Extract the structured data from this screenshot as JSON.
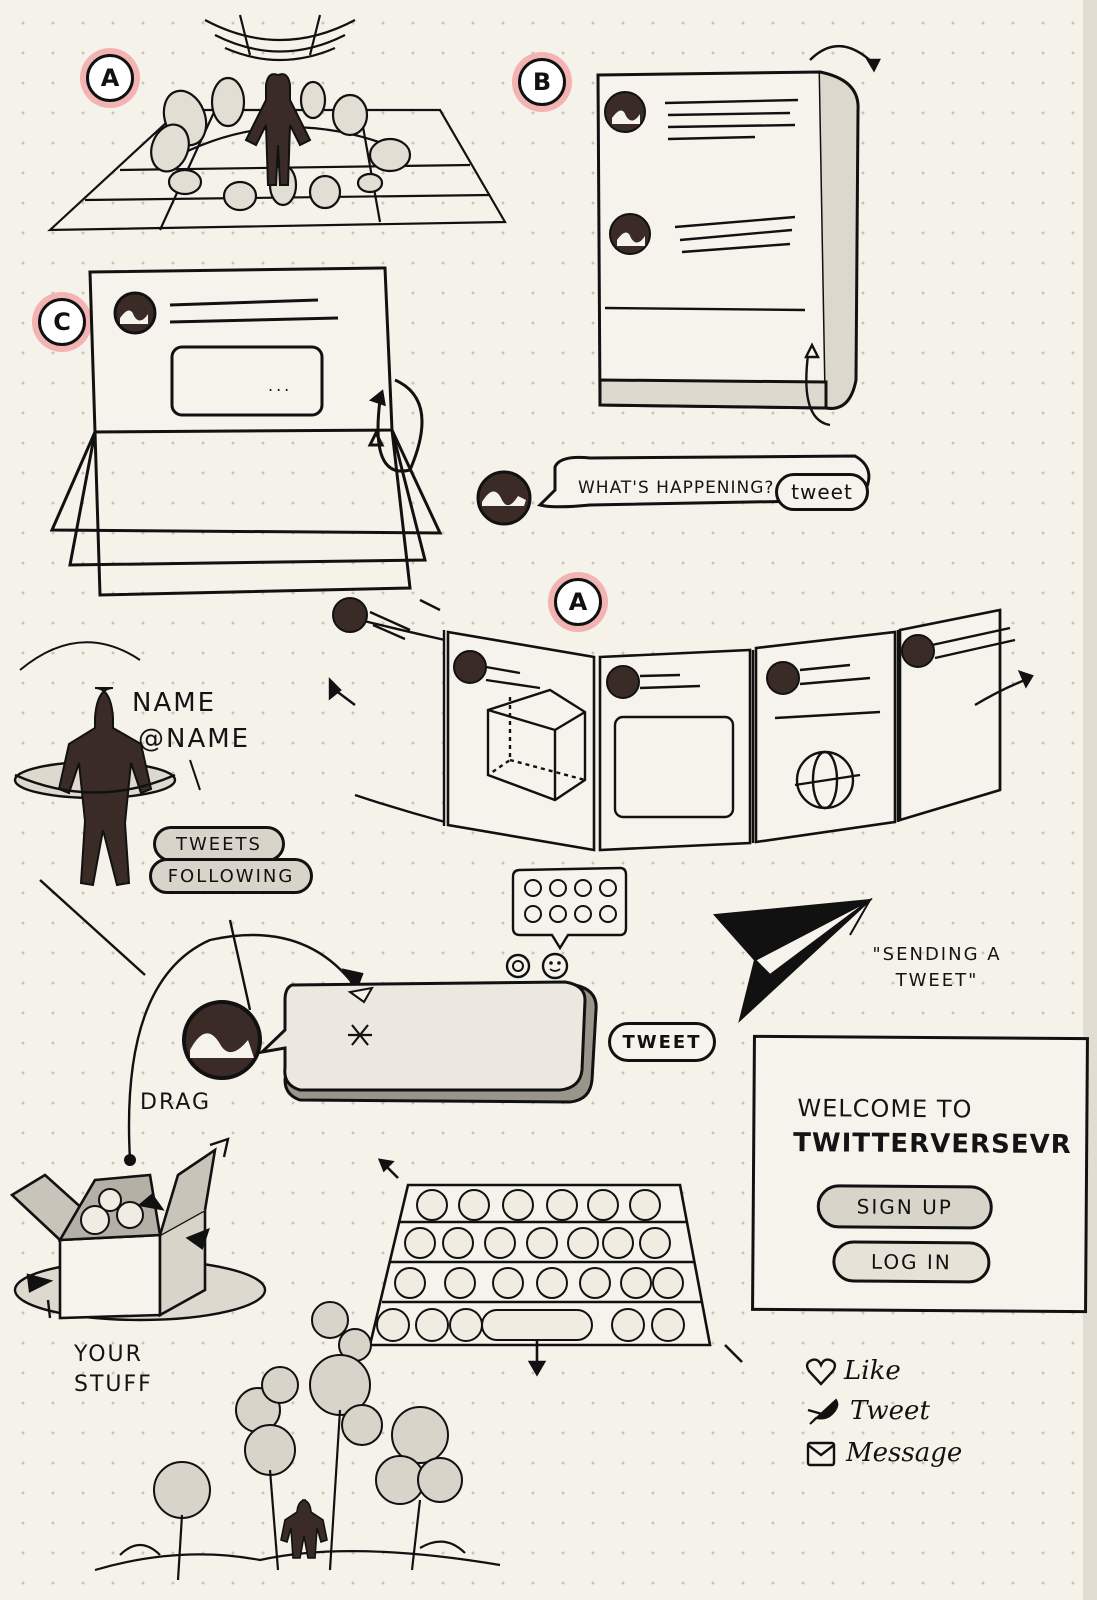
{
  "sketch_labels": {
    "top_left": "A",
    "top_right": "B",
    "middle_left": "C",
    "panorama": "A"
  },
  "compose_bubble": {
    "prompt": "WHAT'S HAPPENING?",
    "button": "tweet"
  },
  "profile": {
    "name": "NAME",
    "handle": "@NAME",
    "tabs": [
      "TWEETS",
      "FOLLOWING"
    ]
  },
  "drag_label": "DRAG",
  "tweet_button": "TWEET",
  "sending_caption": "\"SENDING A TWEET\"",
  "your_stuff": "YOUR STUFF",
  "welcome": {
    "title_line1": "WELCOME TO",
    "title_line2": "TWITTERVERSEVR",
    "signup": "SIGN UP",
    "login": "LOG IN"
  },
  "actions": [
    {
      "icon": "heart-icon",
      "label": "Like"
    },
    {
      "icon": "feather-icon",
      "label": "Tweet"
    },
    {
      "icon": "envelope-icon",
      "label": "Message"
    }
  ],
  "card_placeholder": "..."
}
